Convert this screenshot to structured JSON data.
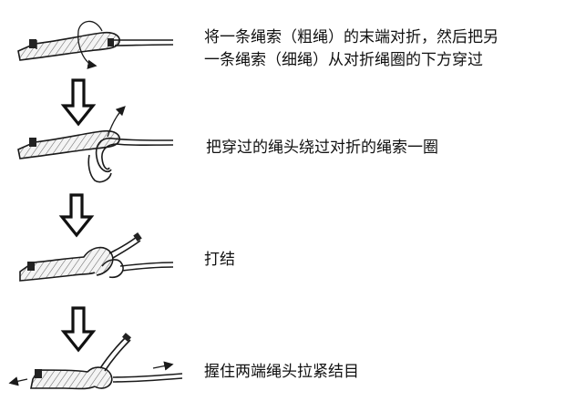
{
  "steps": [
    {
      "line1": "将一条绳索（粗绳）的末端对折，然后把另",
      "line2": "一条绳索（细绳）从对折绳圈的下方穿过"
    },
    {
      "line1": "把穿过的绳头绕过对折的绳索一圈"
    },
    {
      "line1": "打结"
    },
    {
      "line1": "握住两端绳头拉紧结目"
    }
  ],
  "colors": {
    "stroke": "#1a1a1a",
    "rope_fill": "#f4f4f4",
    "text": "#111111"
  },
  "icons": [
    "down-arrow-icon",
    "motion-arrow-icon"
  ]
}
